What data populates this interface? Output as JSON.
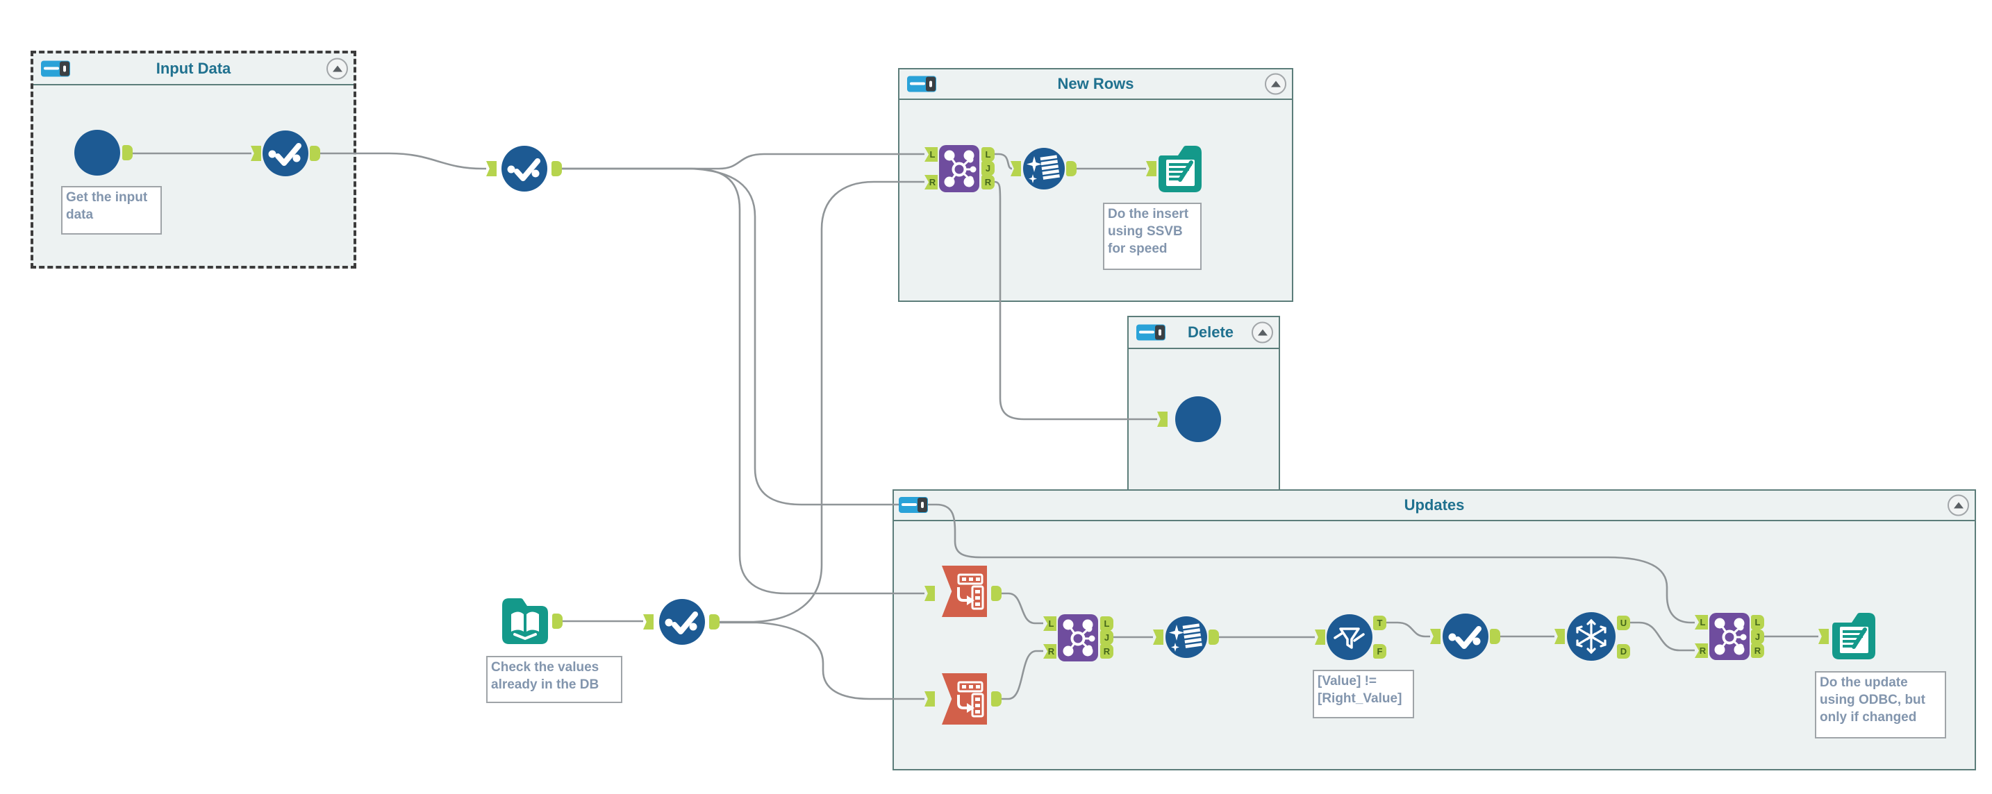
{
  "colors": {
    "canvas-bg": "#ffffff",
    "container-bg": "#edf2f2",
    "container-border": "#5c7d7a",
    "title-color": "#20718f",
    "annotation-color": "#8295ad",
    "wire-color": "#909598",
    "anchor-bg": "#b6d44e",
    "anchor-text": "#44661a",
    "tool-blue": "#1d5a93",
    "tool-teal": "#14998a",
    "tool-purple": "#6f4d9e",
    "tool-orange": "#d2604a",
    "icon-blue": "#2aa2d8"
  },
  "containers": {
    "input_data": {
      "title": "Input Data"
    },
    "new_rows": {
      "title": "New Rows"
    },
    "delete": {
      "title": "Delete"
    },
    "updates": {
      "title": "Updates"
    }
  },
  "annotations": {
    "get_input": "Get the input data",
    "insert": "Do the insert using SSVB for speed",
    "check_db": "Check the values already in the DB",
    "filter_expr": "[Value] != [Right_Value]",
    "update": "Do the update using ODBC, but only if changed"
  },
  "anchor_labels": {
    "L": "L",
    "J": "J",
    "R": "R",
    "T": "T",
    "F": "F",
    "U": "U",
    "D": "D"
  }
}
